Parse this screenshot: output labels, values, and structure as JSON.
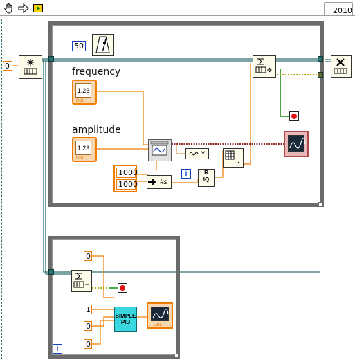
{
  "toolbar": {
    "hand_icon": "hand-tool-icon",
    "arrow_icon": "run-arrow-icon",
    "highlight_icon": "highlight-icon"
  },
  "version_label": "2010",
  "left_const": "0",
  "wait_ms": "50",
  "frequency_label": "frequency",
  "amplitude_label": "amplitude",
  "freq_ctrl": "1.23",
  "amp_ctrl": "1.23",
  "dbl_tag": "DBL",
  "array_vals": [
    "1000",
    "1000"
  ],
  "dt_label": "#s",
  "y_label": "Y",
  "quotient_label": "R",
  "quotient_label2": "IQ",
  "pid_consts": [
    "0",
    "1",
    "0",
    "0"
  ],
  "pid_line1": "SIMPLE",
  "pid_line2": "PID",
  "iter_label": "i",
  "colors": {
    "orange_wire": "#f07c00",
    "error_wire": "#8b2f2f",
    "refnum_wire": "#2d6e6e",
    "bool_wire": "#0a8a0a",
    "dotted_wire": "#b5a300"
  }
}
